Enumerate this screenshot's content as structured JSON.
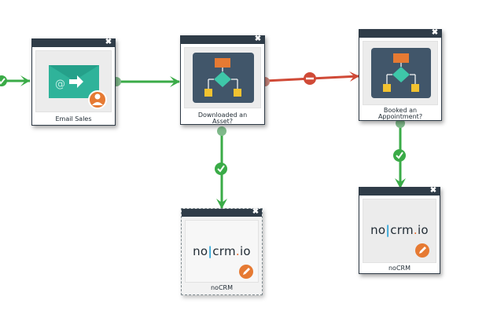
{
  "colors": {
    "success": "#3aab47",
    "failure": "#d04a37",
    "header": "#2f3c48",
    "email_green": "#2fb39a",
    "accent_orange": "#e67a33",
    "logo_blue": "#2ba3d8"
  },
  "nodes": {
    "email": {
      "label": "Email Sales",
      "close": "✖",
      "icon": "email-icon"
    },
    "downloaded": {
      "label_line1": "Downloaded an",
      "label_line2": "Asset?",
      "close": "✖",
      "icon": "flowchart-icon"
    },
    "booked": {
      "label_line1": "Booked an",
      "label_line2": "Appointment?",
      "close": "✖",
      "icon": "flowchart-icon"
    },
    "nocrm_ghost": {
      "label": "noCRM",
      "close": "✖",
      "logo": {
        "left": "no",
        "mid": "crm",
        "right": "io"
      },
      "icon": "pencil-icon"
    },
    "nocrm": {
      "label": "noCRM",
      "close": "✖",
      "logo": {
        "left": "no",
        "mid": "crm",
        "right": "io"
      },
      "icon": "pencil-icon"
    }
  },
  "connectors": [
    {
      "from": "start",
      "to": "email",
      "status": "yes"
    },
    {
      "from": "email",
      "to": "downloaded",
      "status": "yes"
    },
    {
      "from": "downloaded",
      "to": "booked",
      "status": "no"
    },
    {
      "from": "downloaded",
      "to": "nocrm_ghost",
      "status": "yes"
    },
    {
      "from": "booked",
      "to": "nocrm",
      "status": "yes"
    }
  ]
}
